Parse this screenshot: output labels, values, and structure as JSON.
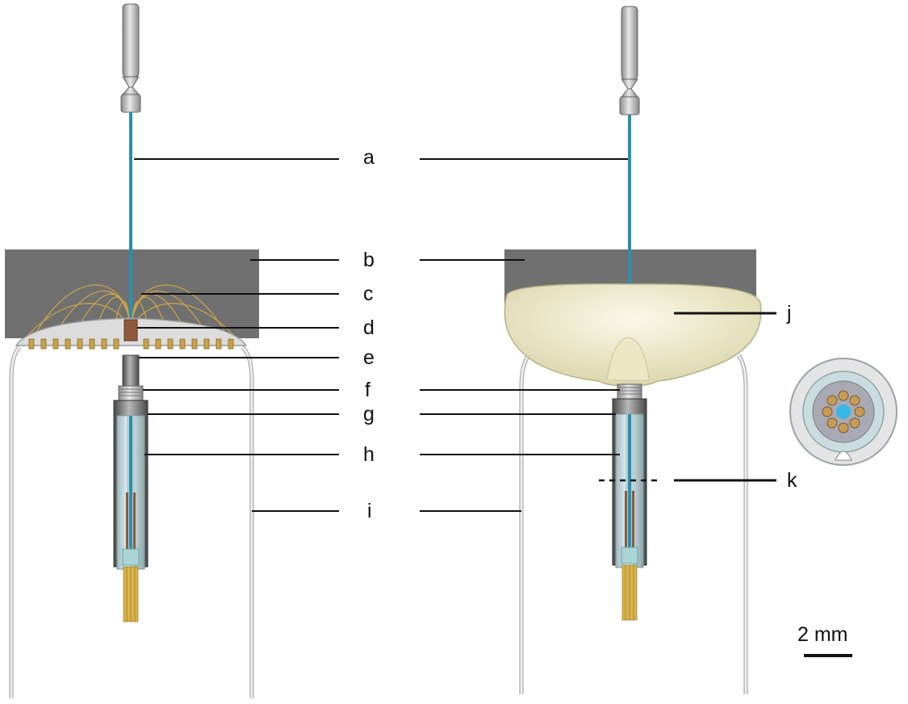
{
  "labels": {
    "a": "a",
    "b": "b",
    "c": "c",
    "d": "d",
    "e": "e",
    "f": "f",
    "g": "g",
    "h": "h",
    "i": "i",
    "j": "j",
    "k": "k"
  },
  "scale_bar": {
    "text": "2 mm"
  },
  "colors": {
    "fiber": "#2a8fae",
    "block": "#707070",
    "wire": "#c9a24a",
    "sleeve": "#c8e2e6",
    "cement": "#f3efcf",
    "lead": "#e6e6e6",
    "cross_core": "#35b8e6"
  }
}
